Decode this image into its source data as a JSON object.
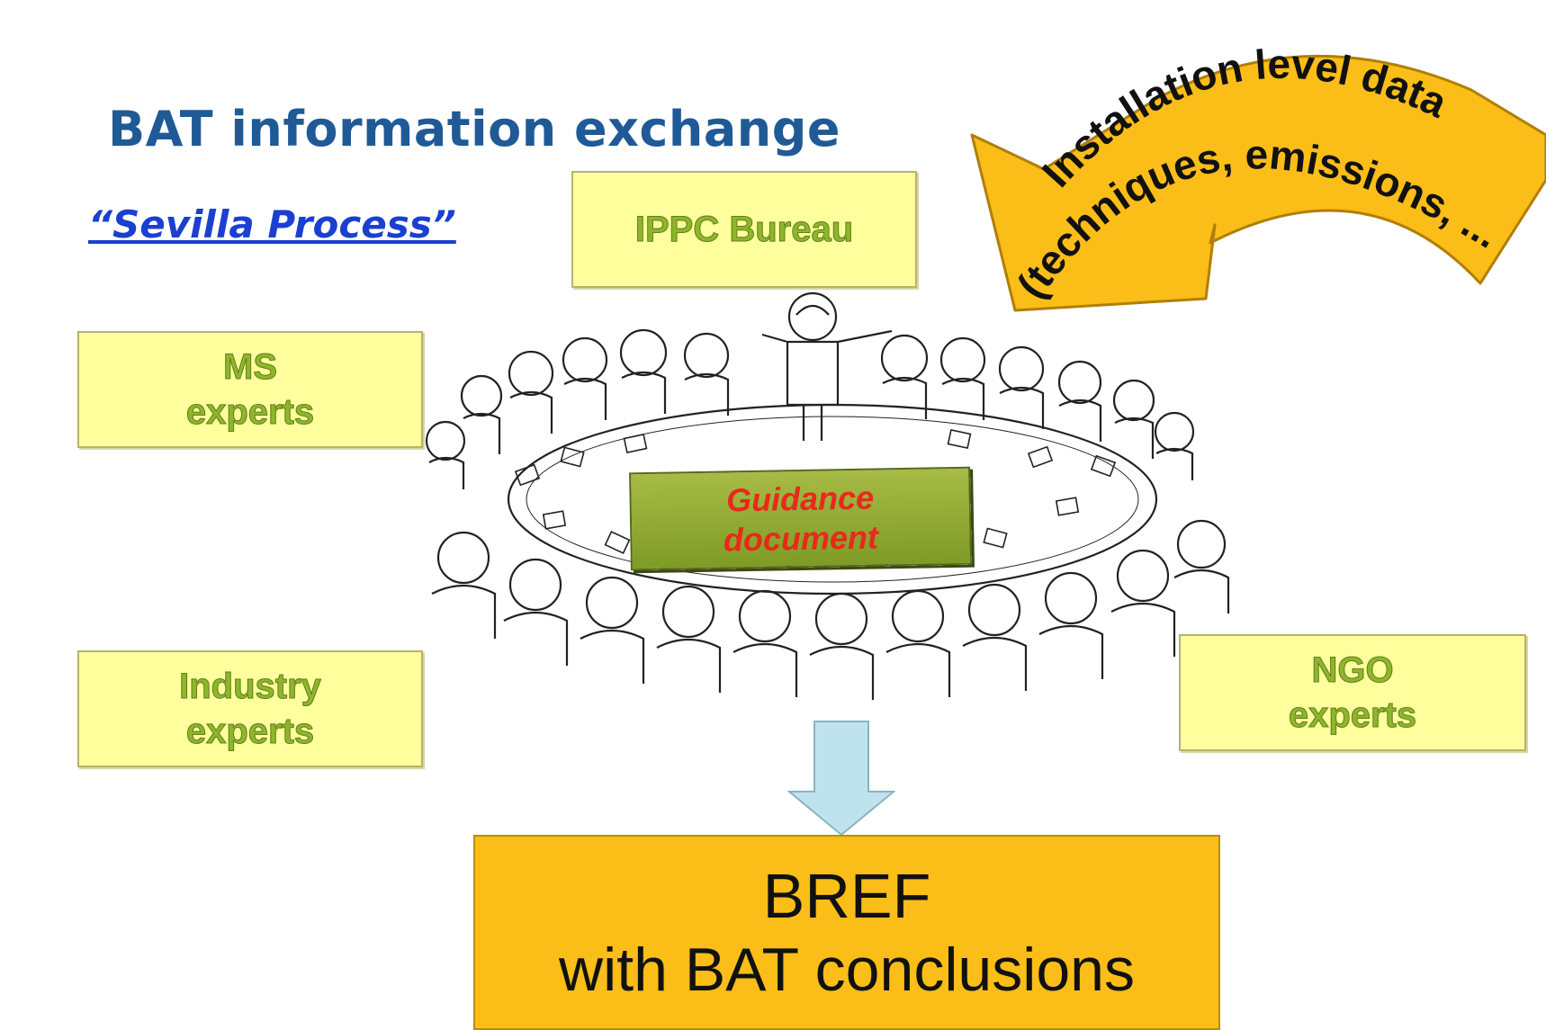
{
  "title": "BAT information exchange",
  "subtitle": "“Sevilla Process”",
  "boxes": {
    "ippc": {
      "line1": "IPPC Bureau"
    },
    "ms": {
      "line1": "MS",
      "line2": "experts"
    },
    "industry": {
      "line1": "Industry",
      "line2": "experts"
    },
    "ngo": {
      "line1": "NGO",
      "line2": "experts"
    }
  },
  "guidance": {
    "line1": "Guidance",
    "line2": "document"
  },
  "bref": {
    "line1": "BREF",
    "line2": "with BAT conclusions"
  },
  "arrow": {
    "line1": "Installation level data",
    "line2": "(techniques, emissions, ...)"
  },
  "colors": {
    "title": "#1f5a96",
    "box_fill": "#ffff9e",
    "box_text": "#8fb52c",
    "guidance_fill": "#8fa832",
    "guidance_text": "#e8291b",
    "bref_fill": "#fbbd17",
    "arrow_fill": "#fbbd17",
    "down_arrow_fill": "#bfe3ee"
  }
}
